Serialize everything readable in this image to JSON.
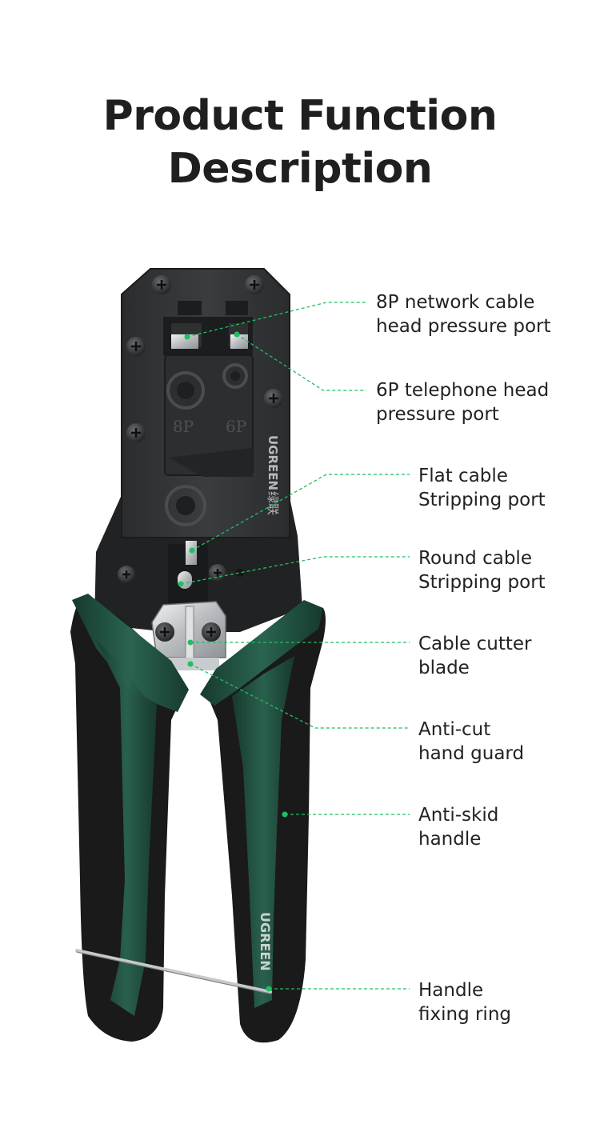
{
  "title": {
    "line1": "Product Function",
    "line2": "Description"
  },
  "brand": {
    "name": "UGREEN",
    "name_cn": "绿联",
    "head_port_8p": "8P",
    "head_port_6p": "6P"
  },
  "colors": {
    "accent_green": "#1fbf63",
    "handle_green": "#1f4b3b",
    "handle_black": "#1a1a1a",
    "head_dark": "#333537",
    "text": "#222222"
  },
  "callouts": [
    {
      "line1": "8P network cable",
      "line2": "head pressure port"
    },
    {
      "line1": "6P telephone head",
      "line2": "pressure port"
    },
    {
      "line1": "Flat cable",
      "line2": "Stripping port"
    },
    {
      "line1": "Round cable",
      "line2": "Stripping port"
    },
    {
      "line1": "Cable cutter",
      "line2": "blade"
    },
    {
      "line1": "Anti-cut",
      "line2": "hand guard"
    },
    {
      "line1": "Anti-skid",
      "line2": "handle"
    },
    {
      "line1": "Handle",
      "line2": "fixing ring"
    }
  ]
}
